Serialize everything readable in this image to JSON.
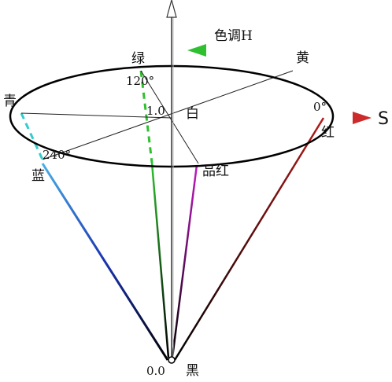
{
  "diagram": {
    "labels": {
      "hue_axis": "色调H",
      "saturation_axis": "S",
      "green": "绿",
      "yellow": "黄",
      "cyan": "青",
      "red": "红",
      "blue": "蓝",
      "magenta": "品红",
      "white": "白",
      "black": "黑",
      "deg_120": "120°",
      "deg_0": "0°",
      "deg_240": "240°",
      "value_top": "1.0",
      "value_bottom": "0.0"
    },
    "colors": {
      "red": "#cc2b2b",
      "dark_red": "#8b1a1a",
      "green": "#2f9a2f",
      "bright_green": "#2fc02f",
      "yellow": "#e6e619",
      "cyan": "#33cccc",
      "blue": "#1a33b3",
      "light_blue": "#4aaee6",
      "magenta": "#b31ab3",
      "black": "#000000",
      "gray": "#888888"
    }
  }
}
